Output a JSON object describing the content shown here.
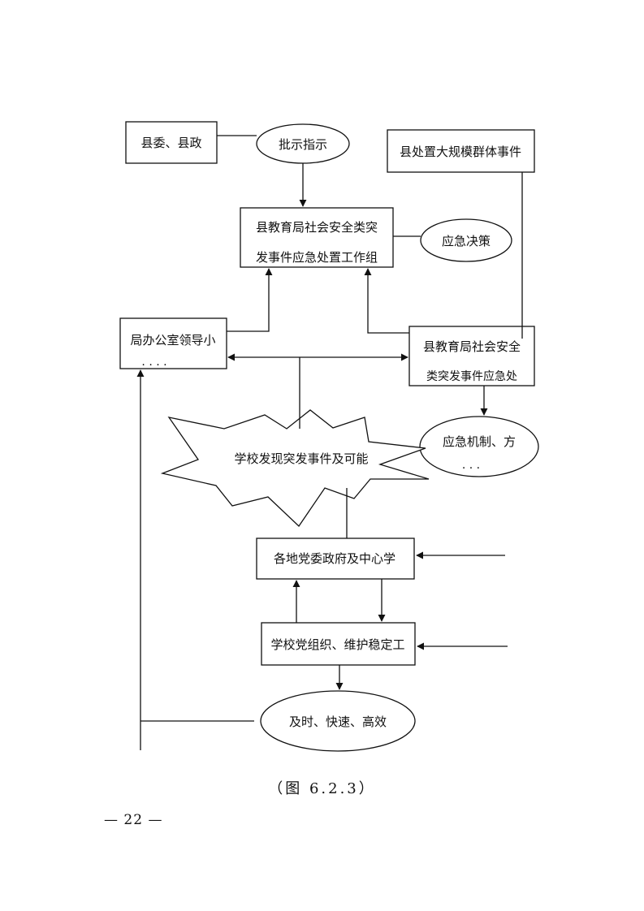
{
  "nodes": {
    "county_committee": "县委、县政",
    "instruction": "批示指示",
    "county_large_event": "县处置大规模群体事件",
    "work_group_line1": "县教育局社会安全类突",
    "work_group_line2": "发事件应急处置工作组",
    "emergency_decision": "应急决策",
    "office_group_line1": "局办公室领导小",
    "office_group_line2": ". . . .",
    "security_line1": "县教育局社会安全",
    "security_line2": "类突发事件应急处",
    "mechanism_line1": "应急机制、方",
    "mechanism_line2": ". . .",
    "school_discovers": "学校发现突发事件及可能",
    "local_gov": "各地党委政府及中心学",
    "school_party": "学校党组织、维护稳定工",
    "timely": "及时、快速、高效"
  },
  "caption": "（图 6.2.3）",
  "page_number": "— 22 —"
}
